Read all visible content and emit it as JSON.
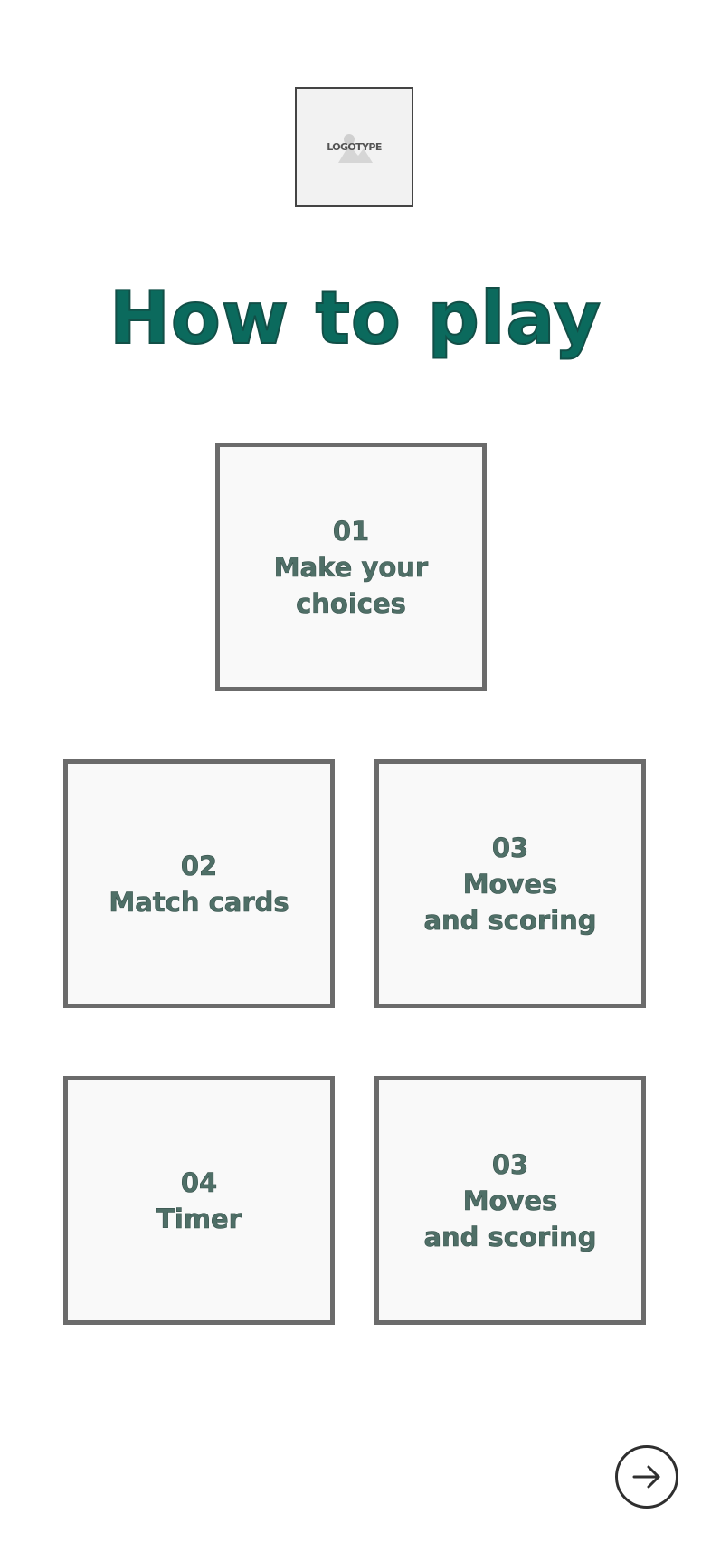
{
  "logo": {
    "text": "LOGOTYPE",
    "icon": "image-placeholder-icon"
  },
  "title": "How to play",
  "cards": [
    {
      "number": "01",
      "line1": "Make your",
      "line2": "choices"
    },
    {
      "number": "02",
      "line1": "Match cards",
      "line2": ""
    },
    {
      "number": "03",
      "line1": "Moves",
      "line2": "and scoring"
    },
    {
      "number": "04",
      "line1": "Timer",
      "line2": ""
    },
    {
      "number": "03",
      "line1": "Moves",
      "line2": "and scoring"
    }
  ],
  "next_button": {
    "icon": "arrow-right-icon"
  },
  "colors": {
    "title": "#0b6a5d",
    "card_text": "#4f6f67",
    "card_border": "#6b6b6b",
    "card_background": "#f9f9f9",
    "logo_background": "#f2f2f2"
  }
}
